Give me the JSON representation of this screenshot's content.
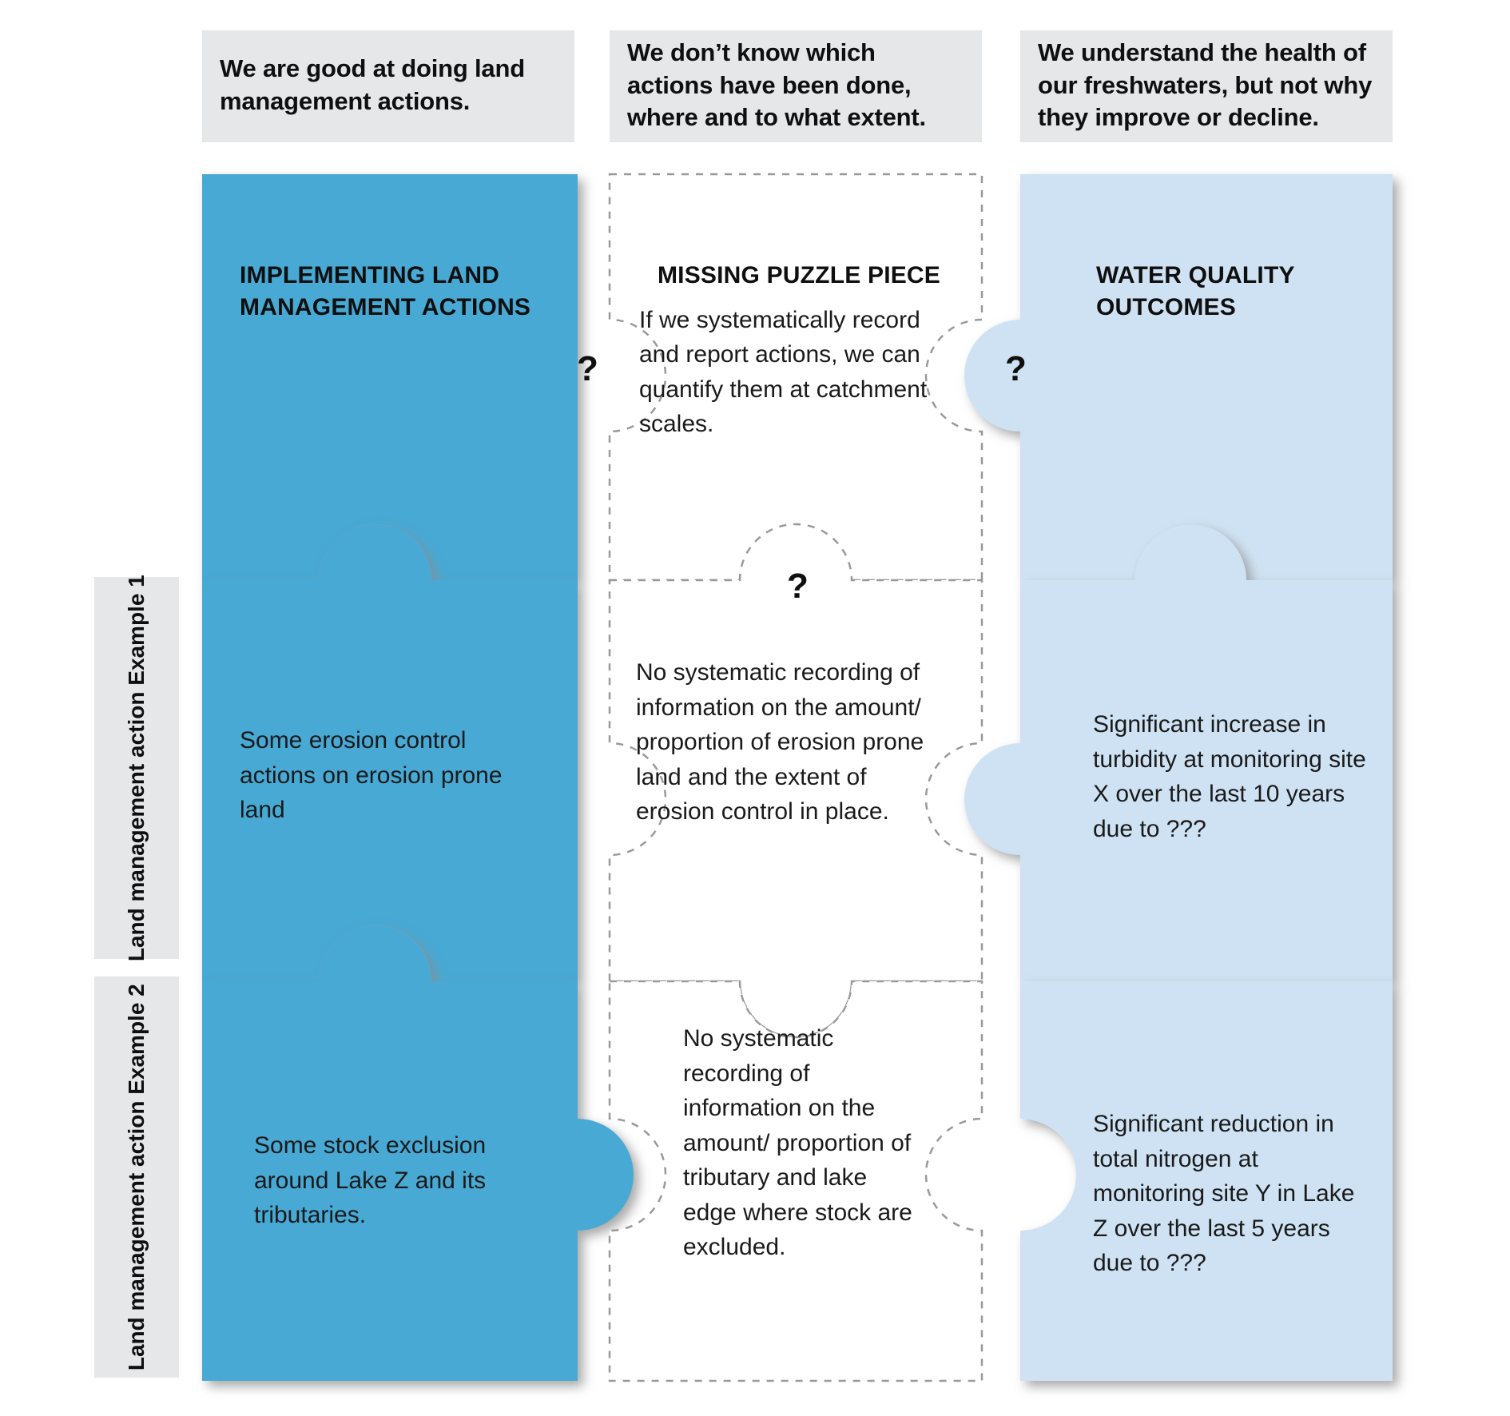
{
  "headers": [
    {
      "id": "header-actions",
      "text": "We are good at doing land management actions."
    },
    {
      "id": "header-unknown",
      "text": "We don’t know which actions have been done, where and to what extent."
    },
    {
      "id": "header-outcomes",
      "text": "We understand the health of our freshwaters, but not why they improve or decline."
    }
  ],
  "row_labels": [
    {
      "id": "row-example-1",
      "text": "Land management action Example 1"
    },
    {
      "id": "row-example-2",
      "text": "Land management action Example 2"
    }
  ],
  "pieces": {
    "top_left": {
      "title": "IMPLEMENTING LAND MANAGEMENT ACTIONS",
      "body": ""
    },
    "top_middle": {
      "title": "MISSING PUZZLE PIECE",
      "body": "If we systematically record and report actions, we can quantify them at catchment scales."
    },
    "top_right": {
      "title": "WATER QUALITY OUTCOMES",
      "body": ""
    },
    "mid_left": {
      "body": "Some erosion control actions on erosion prone land"
    },
    "mid_middle": {
      "body": "No systematic recording of information on the amount/ proportion of erosion prone land and the extent of erosion control in place."
    },
    "mid_right": {
      "body": "Significant increase in turbidity at monitoring site X over the last 10 years due to ???"
    },
    "bot_left": {
      "body": "Some stock exclusion around Lake Z and its tributaries."
    },
    "bot_middle": {
      "body": "No systematic recording of information on the amount/ proportion of tributary and lake edge where stock are excluded."
    },
    "bot_right": {
      "body": "Significant reduction in total nitrogen at monitoring site Y in Lake Z over the last 5 years due to ???"
    }
  },
  "question_marks": [
    {
      "id": "qmark-top-left-gap",
      "text": "?"
    },
    {
      "id": "qmark-top-right-gap",
      "text": "?"
    },
    {
      "id": "qmark-middle-top-gap",
      "text": "?"
    }
  ],
  "colors": {
    "piece_blue": "#47a9d4",
    "piece_light_blue": "#cfe2f3",
    "header_grey": "#e6e7e8",
    "dashed_outline": "#999999",
    "text_dark": "#1a1a1a"
  }
}
